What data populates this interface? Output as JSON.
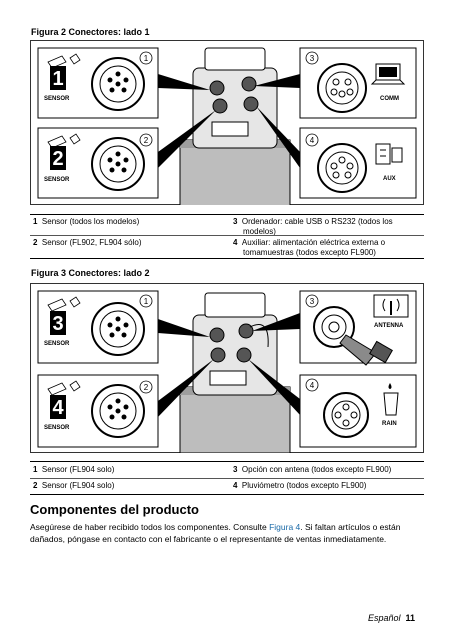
{
  "figure2": {
    "title": "Figura 2  Conectores: lado 1",
    "labels": {
      "sensor1_num": "1",
      "sensor1_tag": "SENSOR",
      "sensor2_num": "2",
      "sensor2_tag": "SENSOR",
      "comm_tag": "COMM",
      "aux_tag": "AUX"
    },
    "callouts": [
      "1",
      "2",
      "3",
      "4"
    ],
    "legend": [
      {
        "num": "1",
        "text": "Sensor (todos los modelos)"
      },
      {
        "num": "3",
        "text": "Ordenador: cable USB o RS232 (todos los modelos)"
      },
      {
        "num": "2",
        "text": "Sensor (FL902, FL904 sólo)"
      },
      {
        "num": "4",
        "text": "Auxiliar: alimentación eléctrica externa o tomamuestras (todos excepto FL900)"
      }
    ]
  },
  "figure3": {
    "title": "Figura 3  Conectores: lado 2",
    "labels": {
      "sensor3_num": "3",
      "sensor3_tag": "SENSOR",
      "sensor4_num": "4",
      "sensor4_tag": "SENSOR",
      "antenna_tag": "ANTENNA",
      "rain_tag": "RAIN"
    },
    "callouts": [
      "1",
      "2",
      "3",
      "4"
    ],
    "legend": [
      {
        "num": "1",
        "text": "Sensor (FL904 solo)"
      },
      {
        "num": "3",
        "text": "Opción con antena (todos excepto FL900)"
      },
      {
        "num": "2",
        "text": "Sensor (FL904 solo)"
      },
      {
        "num": "4",
        "text": "Pluviómetro (todos excepto FL900)"
      }
    ]
  },
  "section": {
    "title": "Componentes del producto",
    "body_before_link": "Asegúrese de haber recibido todos los componentes. Consulte ",
    "link_text": "Figura 4",
    "body_after_link": ". Si faltan artículos o están dañados, póngase en contacto con el fabricante o el representante de ventas inmediatamente."
  },
  "footer": {
    "language": "Español",
    "page_number": "11"
  }
}
